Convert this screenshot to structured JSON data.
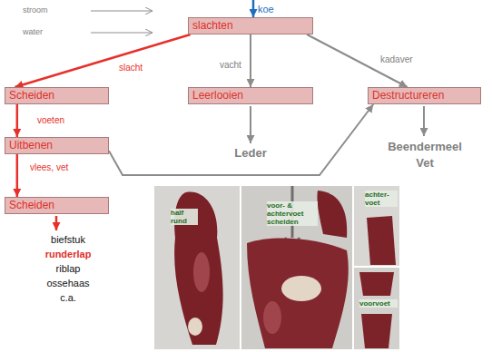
{
  "diagram": {
    "nodes": [
      {
        "text": [
          "slachten"
        ]
      },
      {
        "text": [
          "Scheiden"
        ]
      },
      {
        "text": [
          "Leerlooien"
        ]
      },
      {
        "text": [
          "Destructureren"
        ]
      },
      {
        "text": [
          "Uitbenen"
        ]
      },
      {
        "text": [
          "Scheiden"
        ]
      }
    ],
    "edges": [
      {
        "from": 0,
        "to": 1,
        "arrow": "to",
        "label": "slacht"
      },
      {
        "from": 0,
        "to": 2,
        "arrow": "to",
        "label": "vacht"
      },
      {
        "from": 0,
        "to": 3,
        "arrow": "to",
        "label": "kadaver"
      },
      {
        "from": 1,
        "to": 4,
        "arrow": "to",
        "label": "voeten"
      },
      {
        "from": 4,
        "to": 3,
        "arrow": "to"
      },
      {
        "from": 4,
        "to": 5,
        "arrow": "to",
        "label": "vlees, vet"
      }
    ],
    "labels": [
      "koe",
      "Leder",
      "Beendermeel Vet",
      "biefstuk",
      "runderlap",
      "riblap",
      "ossehaas",
      "c.a.",
      "half rund",
      "voor- & achtervoet scheiden",
      "achter- voet",
      "voorvoet"
    ],
    "legend": [
      {
        "text": "stroom"
      },
      {
        "text": "water"
      }
    ]
  }
}
